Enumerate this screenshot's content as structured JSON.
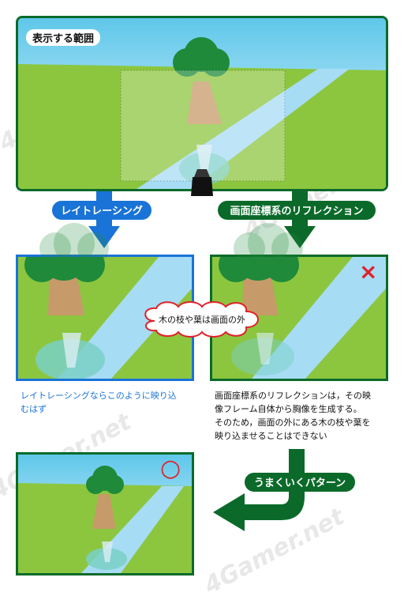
{
  "top_panel": {
    "title": "表示する範囲"
  },
  "left_arrow": {
    "label": "レイトレーシング",
    "color": "#1a73d6"
  },
  "right_arrow": {
    "label": "画面座標系のリフレクション",
    "color": "#0b6a2a"
  },
  "bubble": {
    "text": "木の枝や葉は画面の外"
  },
  "left_caption": {
    "lines": [
      "レイトレーシングならこのように映り込",
      "むはず"
    ]
  },
  "right_caption": {
    "lines": [
      "画面座標系のリフレクションは，その映",
      "像フレーム自体から胸像を生成する。",
      "そのため，画面の外にある木の枝や葉を",
      "映り込ませることはできない"
    ]
  },
  "bottom_arrow": {
    "label": "うまくいくパターン"
  },
  "marks": {
    "cross": "×",
    "circle": "○"
  },
  "watermark": "4Gamer.net",
  "colors": {
    "frame_green": "#0b6a2a",
    "frame_blue": "#1a73d6",
    "sky": "#cfeefa",
    "grass": "#8cc63f",
    "river": "#a7dcf5"
  }
}
